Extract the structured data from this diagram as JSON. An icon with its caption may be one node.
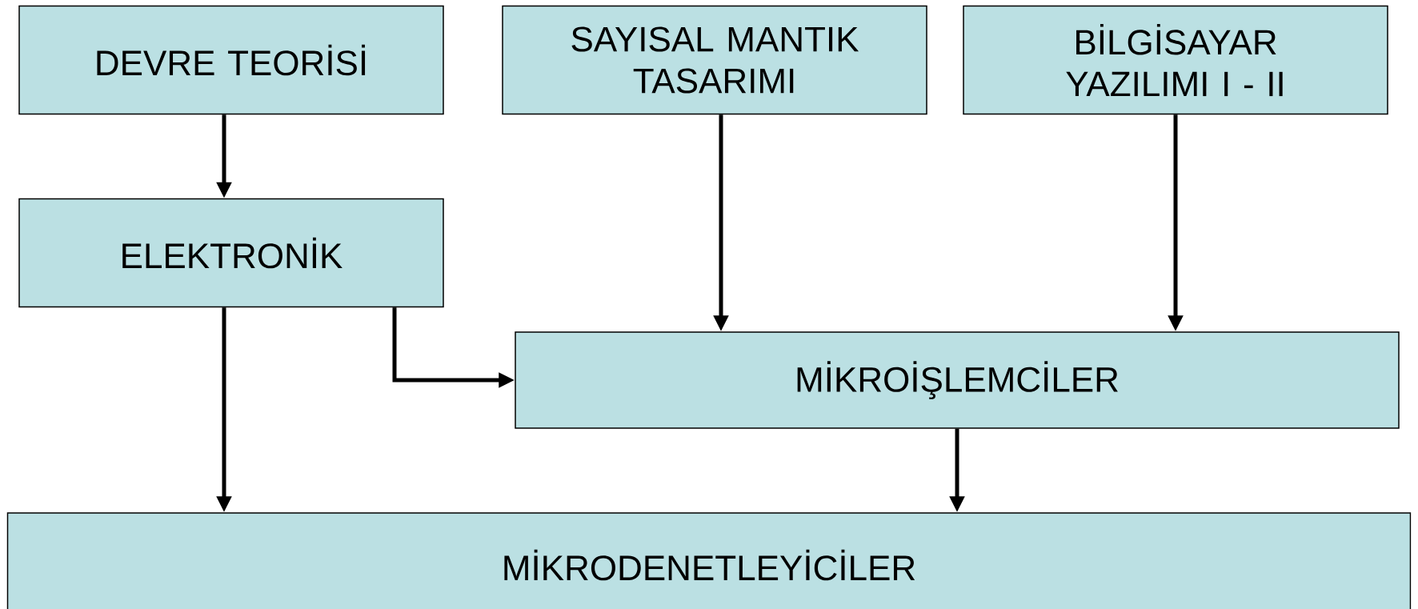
{
  "diagram": {
    "nodes": [
      {
        "text": [
          "DEVRE TEORİSİ"
        ]
      },
      {
        "text": [
          "ELEKTRONİK"
        ]
      },
      {
        "text": [
          "SAYISAL MANTIK TASARIMI"
        ]
      },
      {
        "text": [
          "BİLGİSAYAR YAZILIMI I - II"
        ]
      },
      {
        "text": [
          "MİKROİŞLEMCİLER"
        ]
      },
      {
        "text": [
          "MİKRODENETLEYİCİLER"
        ]
      }
    ],
    "edges": [
      {
        "from": 0,
        "to": 1,
        "arrow": "to"
      },
      {
        "from": 1,
        "to": 5,
        "arrow": "to"
      },
      {
        "from": 1,
        "to": 4,
        "arrow": "to"
      },
      {
        "from": 2,
        "to": 4,
        "arrow": "to"
      },
      {
        "from": 3,
        "to": 4,
        "arrow": "to"
      },
      {
        "from": 4,
        "to": 5,
        "arrow": "to"
      }
    ]
  }
}
